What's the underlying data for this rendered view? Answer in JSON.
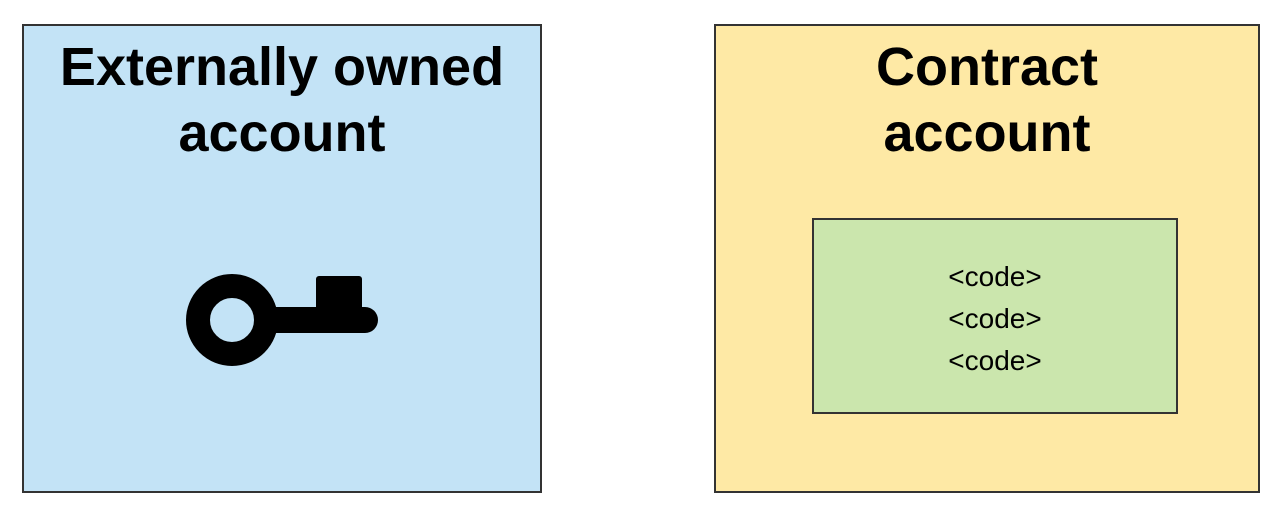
{
  "colors": {
    "eoa_fill": "#c3e3f6",
    "contract_fill": "#fee9a5",
    "code_fill": "#cbe6ad",
    "border": "#333333",
    "icon": "#000000"
  },
  "externally_owned_account": {
    "title_line1": "Externally owned",
    "title_line2": "account",
    "icon": "key-icon"
  },
  "contract_account": {
    "title_line1": "Contract",
    "title_line2": "account",
    "code_lines": [
      "<code>",
      "<code>",
      "<code>"
    ]
  }
}
